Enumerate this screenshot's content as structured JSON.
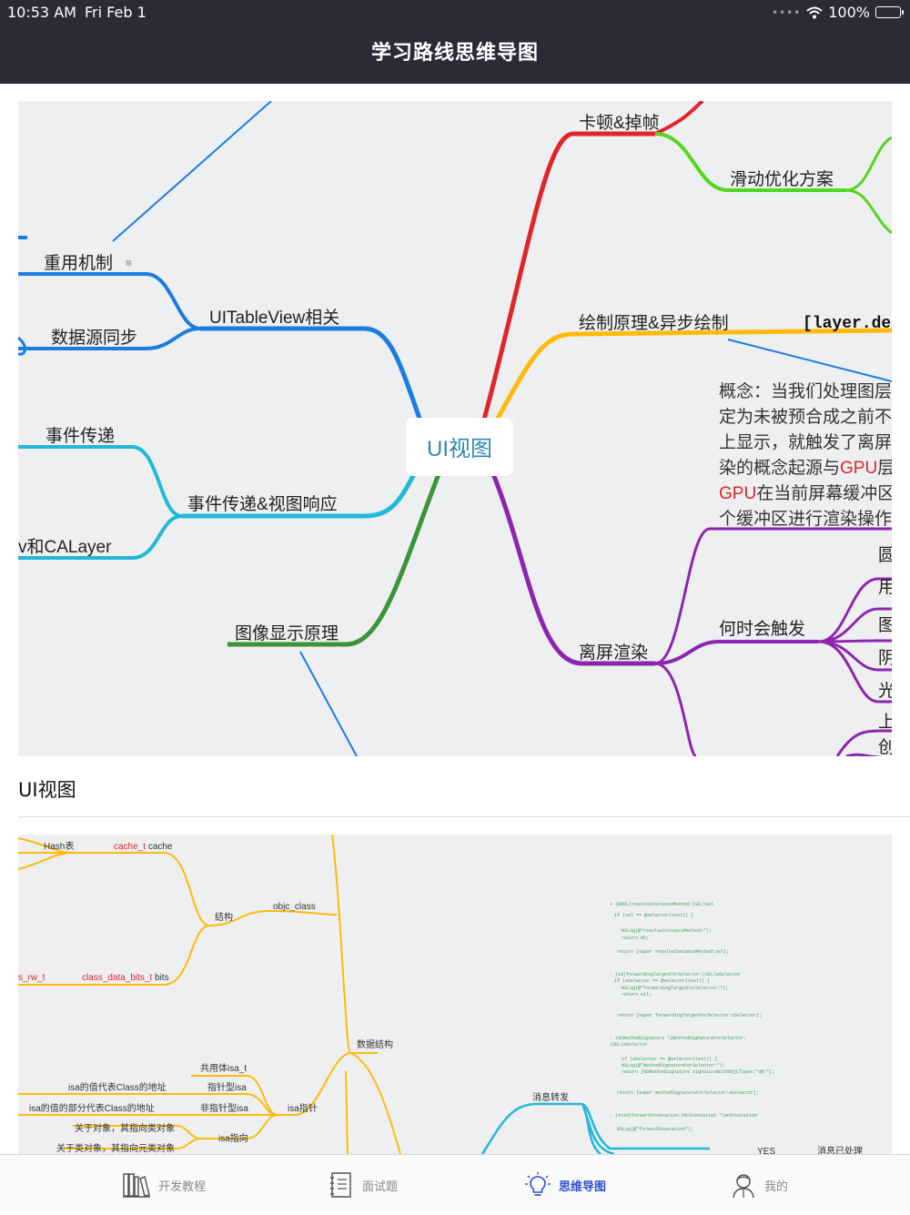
{
  "status_bar": {
    "time": "10:53 AM",
    "date": "Fri Feb 1",
    "battery": "100%"
  },
  "nav": {
    "title": "学习路线思维导图"
  },
  "cards": [
    {
      "title": "UI视图",
      "map": {
        "center": "UI视图",
        "left": {
          "tableview": "UITableView相关",
          "reuse": "重用机制",
          "datasync": "数据源同步",
          "event": "事件传递&视图响应",
          "event_pass": "事件传递",
          "calayer": "v和CALayer",
          "image": "图像显示原理"
        },
        "right": {
          "stutter": "卡顿&掉帧",
          "scroll_opt": "滑动优化方案",
          "draw": "绘制原理&异步绘制",
          "layer_code": "[layer.del",
          "offscreen": "离屏渲染",
          "trigger": "何时会触发",
          "concept_lines": [
            "概念：当我们处理图层",
            "定为未被预合成之前不",
            "上显示，就触发了离屏",
            "染的概念起源与GPU层",
            "GPU在当前屏幕缓冲区",
            "个缓冲区进行渲染操作"
          ],
          "concept_gpu1": "GPU",
          "concept_gpu2": "GPU",
          "trigger_items": [
            "圆",
            "用",
            "图",
            "阴",
            "光"
          ],
          "more_items": [
            "上",
            "创"
          ]
        }
      }
    },
    {
      "title": "",
      "map": {
        "hash": "Hash表",
        "cache": "cache_t cache",
        "struct": "结构",
        "objc_class": "objc_class",
        "rw": "s_rw_t",
        "bits": "class_data_bits_t bits",
        "data_struct": "数据结构",
        "union_isa": "共用体isa_t",
        "ptr_isa": "指针型isa",
        "nonptr_isa": "非指针型isa",
        "isa_ptr": "isa指针",
        "isa_val1": "isa的值代表Class的地址",
        "isa_val2": "isa的值的部分代表Class的地址",
        "isa_point": "isa指向",
        "about_obj": "关于对象，其指向类对象",
        "about_cls": "关于类对象，其指向元类对象",
        "msg_fwd": "消息转发",
        "yes": "YES",
        "msg_done": "消息已处理"
      }
    }
  ],
  "tabs": [
    {
      "label": "开发教程",
      "icon": "books-icon",
      "active": false
    },
    {
      "label": "面试题",
      "icon": "notebook-icon",
      "active": false
    },
    {
      "label": "思维导图",
      "icon": "lightbulb-icon",
      "active": true
    },
    {
      "label": "我的",
      "icon": "profile-icon",
      "active": false
    }
  ],
  "colors": {
    "nav_bg": "#2a2b37",
    "tab_active": "#2f4fd0",
    "red": "#e0252a",
    "green": "#55d61e",
    "blue": "#1a7de0",
    "orange": "#ffba0a",
    "cyan": "#22b8d8",
    "purple": "#8e25b0",
    "darkgreen": "#3a9438"
  }
}
